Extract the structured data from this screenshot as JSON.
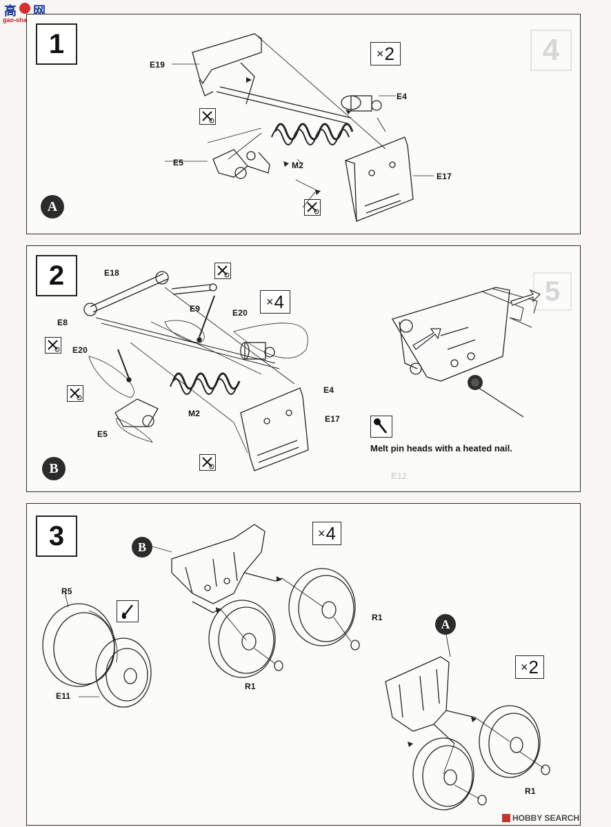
{
  "site_logo": {
    "text": "高",
    "sub": "gao-shan.com"
  },
  "steps": [
    {
      "number": "1",
      "multiplier": "2",
      "marker": "A",
      "labels": {
        "e19": "E19",
        "e4": "E4",
        "e5": "E5",
        "m2": "M2",
        "e17": "E17"
      },
      "ghost": {
        "number": "4"
      }
    },
    {
      "number": "2",
      "multiplier": "4",
      "marker": "B",
      "labels": {
        "e18": "E18",
        "e9": "E9",
        "e20a": "E20",
        "e8": "E8",
        "e20b": "E20",
        "e4": "E4",
        "m2": "M2",
        "e17": "E17",
        "e5": "E5"
      },
      "note": "Melt pin heads with a heated nail.",
      "ghost": {
        "number": "5",
        "code": "E12"
      }
    },
    {
      "number": "3",
      "multiplier_top": "4",
      "multiplier_right": "2",
      "callout_b": "B",
      "callout_a": "A",
      "labels": {
        "r5": "R5",
        "e11": "E11",
        "r1a": "R1",
        "r1b": "R1",
        "r1c": "R1"
      }
    }
  ],
  "watermark": {
    "text": "H",
    "brand": "OBBY SEARCH"
  },
  "icons": [
    "cut-glue-icon",
    "glue-drop-icon",
    "heated-nail-icon"
  ]
}
